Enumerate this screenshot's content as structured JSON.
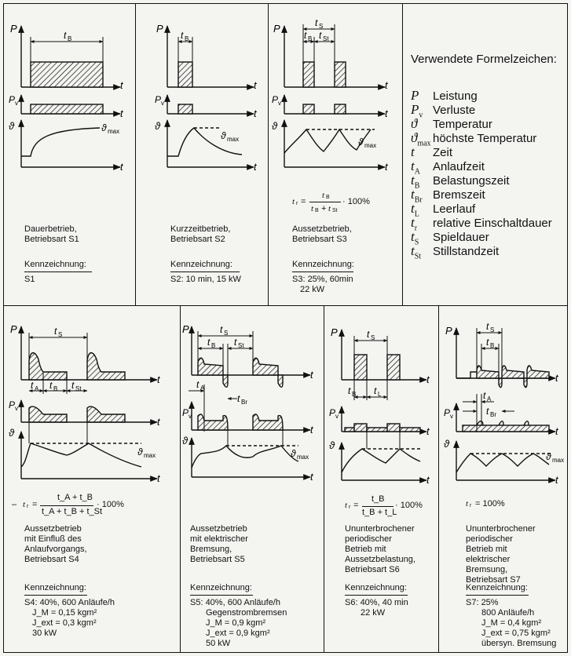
{
  "axis": {
    "p": "P",
    "pv": "P",
    "pv_sub": "v",
    "theta": "ϑ",
    "t": "t",
    "theta_max": "ϑ",
    "max": "max"
  },
  "tlabels": {
    "tB": "t",
    "B": "B",
    "tS": "t",
    "S": "S",
    "tSt": "t",
    "St": "St",
    "tA": "t",
    "A": "A",
    "tBr": "t",
    "Br": "Br",
    "tL": "t",
    "L": "L"
  },
  "legend": {
    "title": "Verwendete Formelzeichen:",
    "items": [
      {
        "sym": "P",
        "sub": "",
        "desc": "Leistung"
      },
      {
        "sym": "P",
        "sub": "v",
        "desc": "Verluste"
      },
      {
        "sym": "ϑ",
        "sub": "",
        "desc": "Temperatur"
      },
      {
        "sym": "ϑ",
        "sub": "max",
        "desc": "höchste Temperatur"
      },
      {
        "sym": "t",
        "sub": "",
        "desc": "Zeit"
      },
      {
        "sym": "t",
        "sub": "A",
        "desc": "Anlaufzeit"
      },
      {
        "sym": "t",
        "sub": "B",
        "desc": "Belastungszeit"
      },
      {
        "sym": "t",
        "sub": "Br",
        "desc": "Bremszeit"
      },
      {
        "sym": "t",
        "sub": "L",
        "desc": "Leerlauf"
      },
      {
        "sym": "t",
        "sub": "r",
        "desc": "relative Einschaltdauer"
      },
      {
        "sym": "t",
        "sub": "S",
        "desc": "Spieldauer"
      },
      {
        "sym": "t",
        "sub": "St",
        "desc": "Stillstandzeit"
      }
    ]
  },
  "s1": {
    "desc": [
      "Dauerbetrieb,",
      "Betriebsart S1"
    ],
    "kenn_label": "Kennzeichnung:",
    "kenn": [
      "S1"
    ]
  },
  "s2": {
    "desc": [
      "Kurzzeitbetrieb,",
      "Betriebsart S2"
    ],
    "kenn_label": "Kennzeichnung:",
    "kenn": [
      "S2: 10 min, 15 kW"
    ]
  },
  "s3": {
    "formula": {
      "lhs": "t",
      "lhs_sub": "r",
      "num": "t",
      "num_sub": "B",
      "den": "t",
      "den_sub1": "B",
      "plus": "+",
      "den_sub2": "St",
      "tail": "· 100%"
    },
    "desc": [
      "Aussetzbetrieb,",
      "Betriebsart S3"
    ],
    "kenn_label": "Kennzeichnung:",
    "kenn": [
      "S3: 25%, 60min",
      "22 kW"
    ]
  },
  "s4": {
    "formula": {
      "num": "t_A + t_B",
      "den": "t_A + t_B + t_St",
      "tail": "· 100%"
    },
    "desc": [
      "Aussetzbetrieb",
      "mit Einfluß des",
      "Anlaufvorgangs,",
      "Betriebsart S4"
    ],
    "kenn_label": "Kennzeichnung:",
    "kenn": [
      "S4: 40%, 600 Anläufe/h",
      "J_M = 0,15 kgm²",
      "J_ext = 0,3 kgm²",
      "30 kW"
    ]
  },
  "s5": {
    "desc": [
      "Aussetzbetrieb",
      "mit elektrischer",
      "Bremsung,",
      "Betriebsart S5"
    ],
    "kenn_label": "Kennzeichnung:",
    "kenn": [
      "S5: 40%, 600 Anläufe/h",
      "Gegenstrombremsen",
      "J_M = 0,9 kgm²",
      "J_ext = 0,9 kgm²",
      "50 kW"
    ]
  },
  "s6": {
    "formula": {
      "num": "t_B",
      "den": "t_B + t_L",
      "tail": "· 100%"
    },
    "desc": [
      "Ununterbrochener",
      "periodischer",
      "Betrieb mit",
      "Aussetzbelastung,",
      "Betriebsart S6"
    ],
    "kenn_label": "Kennzeichnung:",
    "kenn": [
      "S6: 40%, 40 min",
      "22 kW"
    ]
  },
  "s7": {
    "formula": {
      "text": "= 100%"
    },
    "desc": [
      "Ununterbrochener",
      "periodischer",
      "Betrieb mit",
      "elektrischer",
      "Bremsung,",
      "Betriebsart S7"
    ],
    "kenn_label": "Kennzeichnung:",
    "kenn": [
      "S7: 25%",
      "800 Anläufe/h",
      "J_M = 0,4 kgm²",
      "J_ext = 0,75 kgm²",
      "übersyn. Bremsung"
    ]
  }
}
